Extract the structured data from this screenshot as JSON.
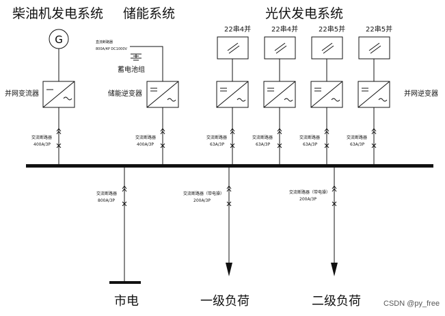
{
  "titles": {
    "diesel": "柴油机发电系统",
    "storage": "储能系统",
    "pv": "光伏发电系统"
  },
  "generator_symbol": "G",
  "battery": {
    "breaker_label": "直流断路器",
    "breaker_rating": "800A/4P DC1000V",
    "label": "蓄电池组"
  },
  "pv_strings": [
    "22串4并",
    "22串4并",
    "22串5并",
    "22串5并"
  ],
  "converters": {
    "diesel": "并网变流器",
    "storage": "储能逆变器",
    "pv": "并网逆变器"
  },
  "upper_breakers": [
    {
      "name": "交流断路器",
      "rating": "400A/3P"
    },
    {
      "name": "交流断路器",
      "rating": "400A/3P"
    },
    {
      "name": "交流断路器",
      "rating": "63A/3P"
    },
    {
      "name": "交流断路器",
      "rating": "63A/3P"
    },
    {
      "name": "交流断路器",
      "rating": "63A/3P"
    },
    {
      "name": "交流断路器",
      "rating": "63A/3P"
    }
  ],
  "lower_breakers": [
    {
      "name": "交流断路器",
      "rating": "800A/3P"
    },
    {
      "name": "交流断路器（带电操）",
      "rating": "200A/3P"
    },
    {
      "name": "交流断路器（带电操）",
      "rating": "200A/3P"
    }
  ],
  "outputs": {
    "grid": "市电",
    "load1": "一级负荷",
    "load2": "二级负荷"
  },
  "watermark": "CSDN @py_free"
}
